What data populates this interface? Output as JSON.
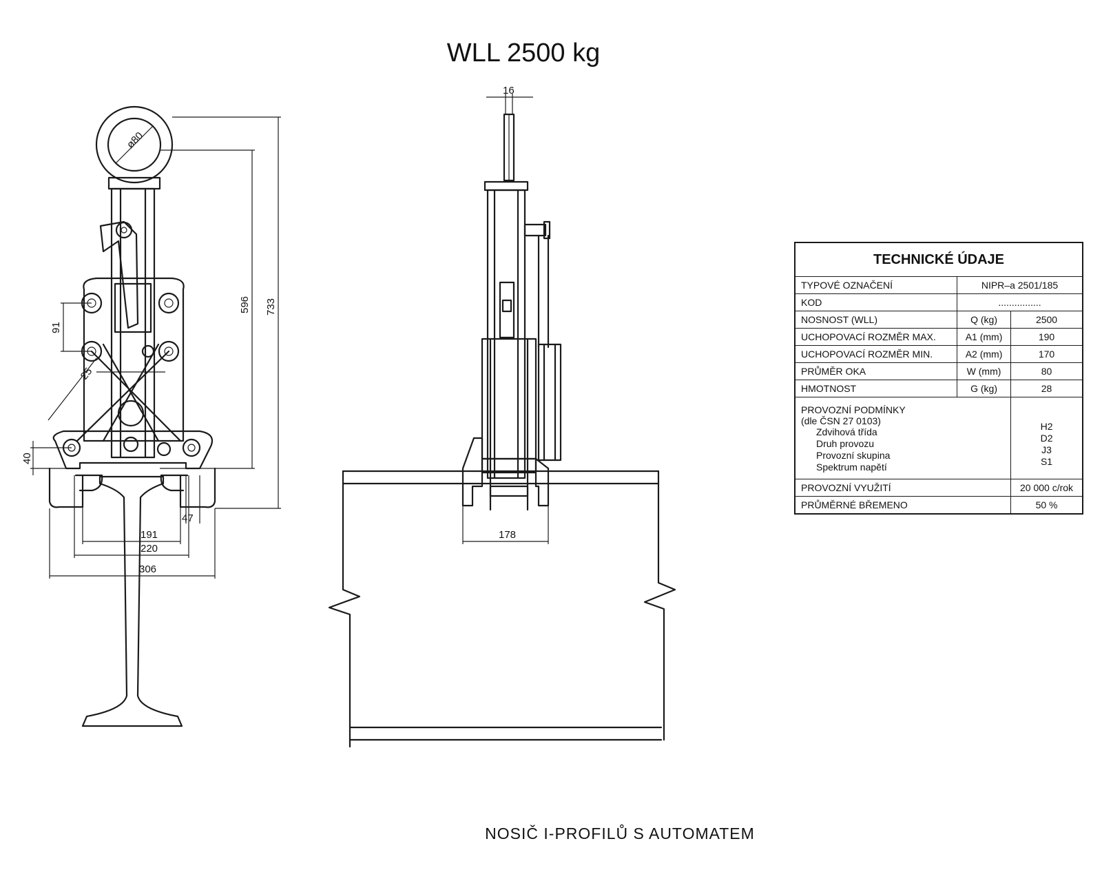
{
  "title": "WLL 2500 kg",
  "caption": "NOSIČ I-PROFILŮ S AUTOMATEM",
  "dimensions": {
    "eye_diameter": "ø80",
    "height_596": "596",
    "height_733": "733",
    "pitch_91": "91",
    "angle_25": "25",
    "offset_40": "40",
    "jaw_47": "47",
    "width_191": "191",
    "width_220": "220",
    "width_306": "306",
    "plate_16": "16",
    "width_178": "178"
  },
  "table": {
    "heading": "TECHNICKÉ ÚDAJE",
    "rows": [
      {
        "label": "TYPOVÉ OZNAČENÍ",
        "value": "NIPR–a 2501/185"
      },
      {
        "label": "KOD",
        "value": "................"
      },
      {
        "label": "NOSNOST (WLL)",
        "unit": "Q (kg)",
        "value": "2500"
      },
      {
        "label": "UCHOPOVACÍ ROZMĚR MAX.",
        "unit": "A1 (mm)",
        "value": "190"
      },
      {
        "label": "UCHOPOVACÍ ROZMĚR MIN.",
        "unit": "A2 (mm)",
        "value": "170"
      },
      {
        "label": "PRŮMĚR OKA",
        "unit": "W (mm)",
        "value": "80"
      },
      {
        "label": "HMOTNOST",
        "unit": "G (kg)",
        "value": "28"
      }
    ],
    "conditions": {
      "title": "PROVOZNÍ PODMÍNKY",
      "standard": "(dle ČSN 27 0103)",
      "items": [
        {
          "label": "Zdvihová třída",
          "value": "H2"
        },
        {
          "label": "Druh provozu",
          "value": "D2"
        },
        {
          "label": "Provozní skupina",
          "value": "J3"
        },
        {
          "label": "Spektrum napětí",
          "value": "S1"
        }
      ]
    },
    "utilization": {
      "label": "PROVOZNÍ VYUŽITÍ",
      "value": "20 000 c/rok"
    },
    "avg_load": {
      "label": "PRŮMĚRNÉ BŘEMENO",
      "value": "50 %"
    }
  }
}
